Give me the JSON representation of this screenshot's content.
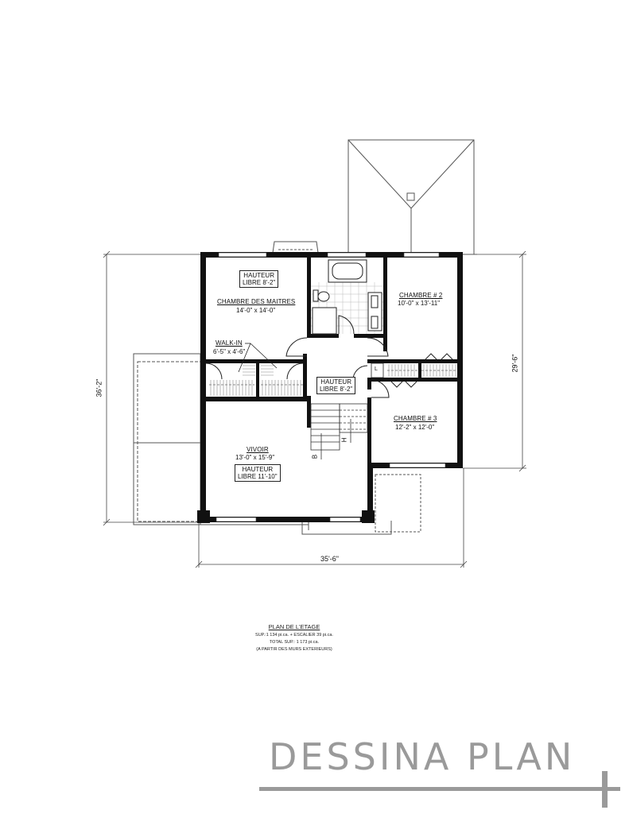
{
  "plan": {
    "title": "PLAN DE L'ETAGE",
    "area_line_1": "SUP.:1 134 pi.ca. + ESCALIER 39 pi.ca.",
    "area_line_2": "TOTAL SUP.: 1 173 pi.ca.",
    "area_line_3": "(A PARTIR DES MURS EXTERIEURS)"
  },
  "dimensions": {
    "overall_width": "35'-6\"",
    "overall_depth_left": "36'-2\"",
    "overall_depth_right": "29'-6\""
  },
  "rooms": {
    "master": {
      "name": "CHAMBRE DES MAITRES",
      "size": "14'-0\" x 14'-0\"",
      "height_l1": "HAUTEUR",
      "height_l2": "LIBRE 8'-2\""
    },
    "walkin": {
      "name": "WALK-IN",
      "size": "6'-5\" x 4'-6\""
    },
    "bedroom2": {
      "name": "CHAMBRE # 2",
      "size": "10'-0\" x 13'-11\""
    },
    "bedroom3": {
      "name": "CHAMBRE # 3",
      "size": "12'-2\" x 12'-0\""
    },
    "hall": {
      "height_l1": "HAUTEUR",
      "height_l2": "LIBRE 8'-2\""
    },
    "living": {
      "name": "VIVOIR",
      "size": "13'-0\" x 15'-9\"",
      "height_l1": "HAUTEUR",
      "height_l2": "LIBRE 11'-10\""
    }
  },
  "stair_marks": {
    "down": "B",
    "up": "H"
  },
  "linen_mark": "L",
  "brand": {
    "name": "DESSINA PLAN",
    "color": "#9a9a9a"
  },
  "colors": {
    "wall": "#111111",
    "line": "#555555"
  }
}
